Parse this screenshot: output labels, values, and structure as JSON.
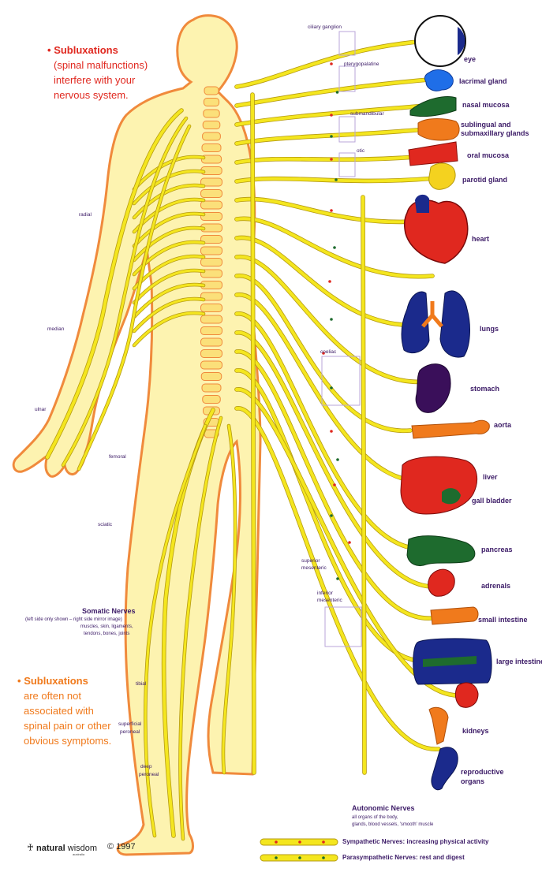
{
  "notes": {
    "top": {
      "bullet": "•",
      "heading": "Subluxations",
      "lines": [
        "(spinal malfunctions)",
        "interfere with your",
        "nervous system."
      ]
    },
    "bottom": {
      "bullet": "•",
      "heading": "Subluxations",
      "lines": [
        "are often not",
        "associated with",
        "spinal pain or other",
        "obvious symptoms."
      ]
    }
  },
  "somatic": {
    "title": "Somatic Nerves",
    "lines": [
      "(left side only shown – right side mirror image)",
      "muscles, skin, ligaments,",
      "tendons, bones, joints"
    ]
  },
  "somatic_labels": [
    "radial",
    "median",
    "ulnar",
    "femoral",
    "sciatic",
    "tibial",
    "superficial",
    "peroneal",
    "deep",
    "peroneal"
  ],
  "ganglia": [
    "ciliary ganglion",
    "pterygopalatine",
    "submandibular",
    "otic",
    "coeliac",
    "superior",
    "mesenteric",
    "inferior",
    "mesenteric"
  ],
  "organs": [
    "eye",
    "lacrimal gland",
    "nasal mucosa",
    "sublingual and",
    "submaxillary glands",
    "oral mucosa",
    "parotid gland",
    "heart",
    "lungs",
    "stomach",
    "aorta",
    "liver",
    "gall bladder",
    "pancreas",
    "adrenals",
    "small intestine",
    "large intestine",
    "kidneys",
    "reproductive",
    "organs"
  ],
  "legend": {
    "title": "Autonomic Nerves",
    "lines": [
      "all organs of the body,",
      "glands, blood vessels, 'smooth' muscle"
    ],
    "sympathetic": "Sympathetic Nerves: increasing physical activity",
    "parasympathetic": "Parasympathetic Nerves: rest and digest"
  },
  "brand": {
    "name_bold": "natural",
    "name_rest": "wisdom",
    "sub": "australia",
    "copyright": "© 1997"
  },
  "colors": {
    "nerve": "#f4e61f",
    "nerve_outline": "#b59a10",
    "body_fill": "#fdf3b0",
    "body_outline": "#f08a3c",
    "sympathetic_dot": "#e0281f",
    "parasympathetic_dot": "#1e6b2e",
    "heading_red": "#e0281f",
    "heading_orange": "#f07a1c",
    "label": "#3b1a66"
  }
}
